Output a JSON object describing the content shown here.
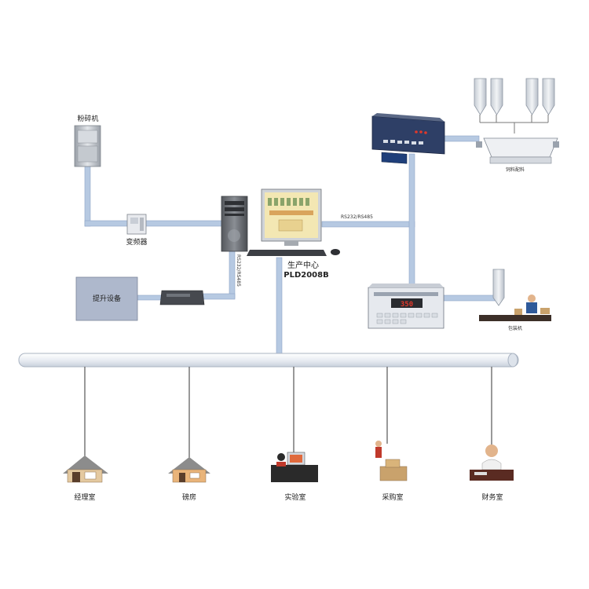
{
  "colors": {
    "pipe": "#b6c9e2",
    "pipe_edge": "#8fa6c6",
    "bus": "#e6ebf2",
    "bus_edge": "#aab4c2",
    "device_gray": "#8a8d92",
    "device_box": "#aeb8cc",
    "monitor_screen": "#f3e7b3",
    "display_blue": "#1f3f7a",
    "led_red": "#e0382b",
    "roof_gray": "#8c8c8c"
  },
  "labels": {
    "crusher": "粉碎机",
    "inverter": "变频器",
    "lift": "提升设备",
    "center_line1": "生产中心",
    "center_line2": "PLD2008B",
    "rs_horizontal": "RS232/RS485",
    "rs_vertical": "RS232/RS485",
    "batching": "饲料配料",
    "packing": "包装机"
  },
  "offices": [
    {
      "label": "经理室",
      "icon": "house-icon"
    },
    {
      "label": "磅房",
      "icon": "house-icon"
    },
    {
      "label": "实验室",
      "icon": "lab-desk-icon"
    },
    {
      "label": "采购室",
      "icon": "purchase-icon"
    },
    {
      "label": "财务室",
      "icon": "finance-desk-icon"
    }
  ],
  "display_readout": "350"
}
